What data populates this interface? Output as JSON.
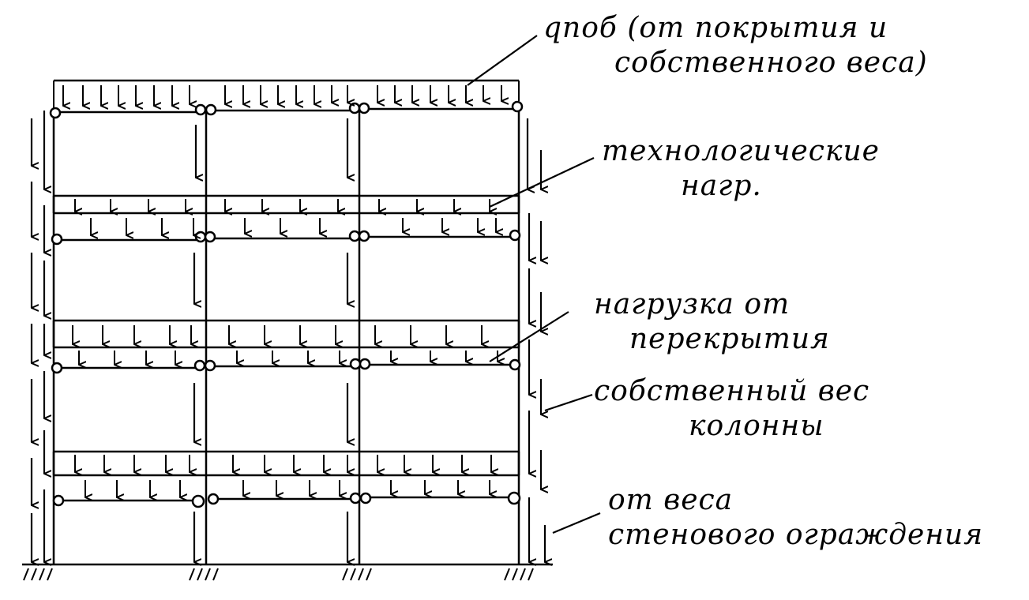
{
  "labels": {
    "snow": {
      "line1": "qпоб (от покрытия и",
      "line2": "собственного веса)"
    },
    "tech": {
      "line1": "технологические",
      "line2": "нагр."
    },
    "floor": {
      "line1": "нагрузка от",
      "line2": "перекрытия"
    },
    "self_weight": {
      "line1": "собственный вес",
      "line2": "колонны"
    },
    "wall": {
      "line1": "от веса",
      "line2": "стенового ограждения"
    }
  },
  "structure": {
    "bays": 3,
    "storeys": 4,
    "supports": 4,
    "joints": "hinged"
  },
  "colors": {
    "ink": "#000000",
    "paper": "#ffffff"
  }
}
